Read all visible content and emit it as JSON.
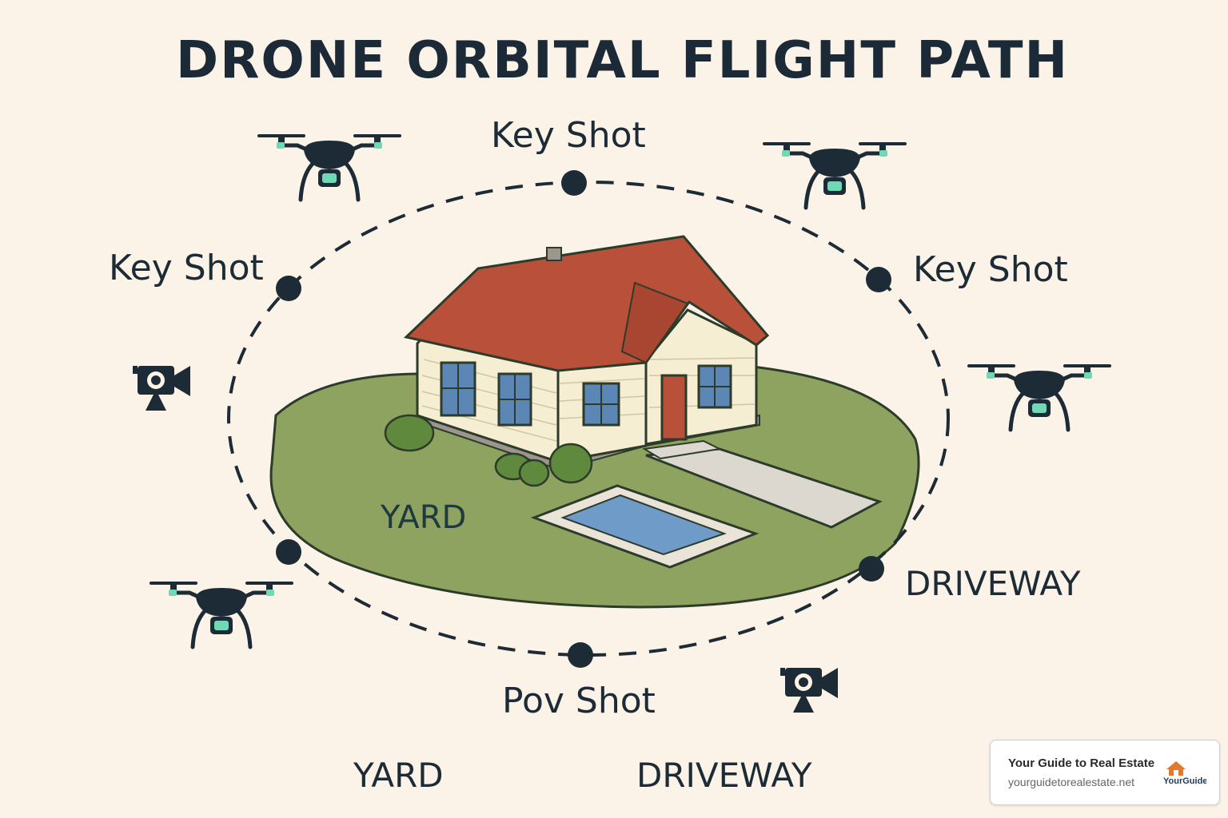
{
  "title": "DRONE ORBITAL FLIGHT PATH",
  "labels": {
    "key_shot_top": "Key Shot",
    "key_shot_left": "Key Shot",
    "key_shot_right": "Key Shot",
    "driveway_right": "DRIVEWAY",
    "pov_shot": "Pov Shot",
    "yard_inside": "YARD",
    "yard_bottom": "YARD",
    "driveway_bottom": "DRIVEWAY"
  },
  "badge": {
    "title": "Your Guide to Real Estate",
    "url": "yourguidetorealestate.net",
    "logo_text": "YourGuide"
  },
  "icons": [
    "drone-icon",
    "video-camera-icon",
    "house-illustration",
    "waypoint-dot"
  ],
  "colors": {
    "background": "#fbf3e7",
    "ink": "#1d2b36",
    "lawn": "#8fa360",
    "roof": "#b9513a",
    "siding": "#f6eed2",
    "window": "#5b86b5",
    "pool": "#6f9bc9",
    "drone_light": "#6fd8b4"
  }
}
